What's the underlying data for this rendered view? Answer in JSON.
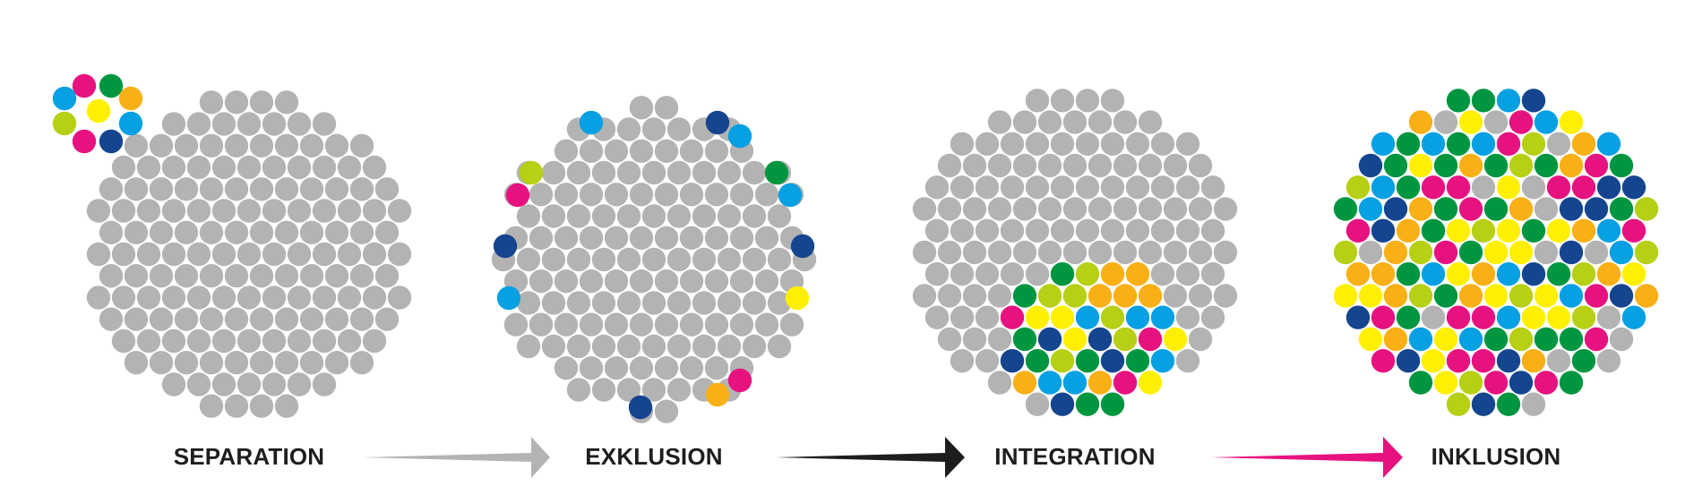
{
  "colors": {
    "grey": "#b3b3b3",
    "magenta": "#e6127f",
    "green": "#009640",
    "cyan": "#06a0e3",
    "orange": "#f8b016",
    "yellow": "#fff003",
    "lime": "#b7cf15",
    "navy": "#16458f",
    "label": "#1e1e1e",
    "arrow_separation": "#b3b3b3",
    "arrow_exklusion": "#1d1d1b",
    "arrow_integration": "#e6127f"
  },
  "stages": [
    {
      "key": "separation",
      "label": "SEPARATION"
    },
    {
      "key": "exklusion",
      "label": "EXKLUSION"
    },
    {
      "key": "integration",
      "label": "INTEGRATION"
    },
    {
      "key": "inklusion",
      "label": "INKLUSION"
    }
  ],
  "arrows": [
    {
      "from": "separation",
      "to": "exklusion",
      "color_key": "arrow_separation"
    },
    {
      "from": "exklusion",
      "to": "integration",
      "color_key": "arrow_exklusion"
    },
    {
      "from": "integration",
      "to": "inklusion",
      "color_key": "arrow_integration"
    }
  ]
}
